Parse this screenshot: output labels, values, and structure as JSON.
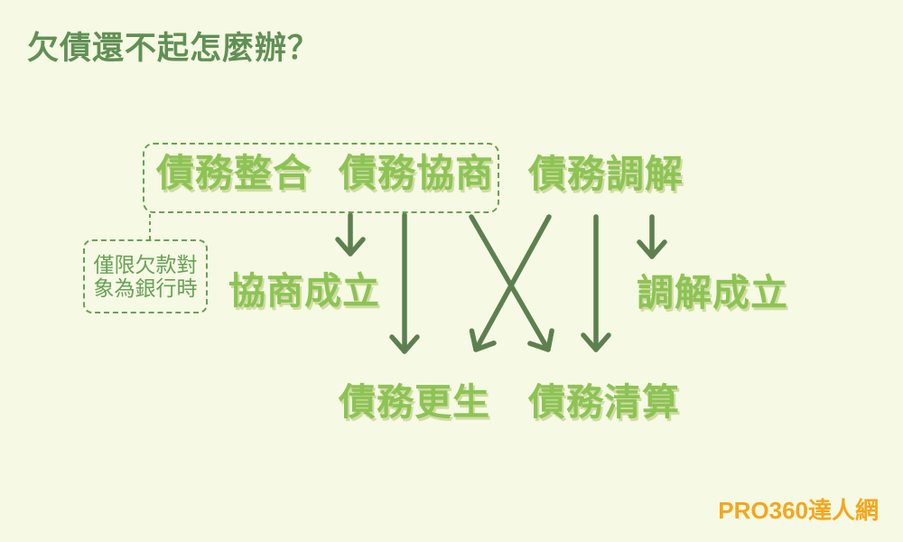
{
  "title": "欠債還不起怎麼辦？",
  "nodes": {
    "consolidation": "債務整合",
    "negotiation": "債務協商",
    "mediation": "債務調解",
    "negotiation_success": "協商成立",
    "mediation_success": "調解成立",
    "rehabilitation": "債務更生",
    "liquidation": "債務清算"
  },
  "note": {
    "line1": "僅限欠款對",
    "line2": "象為銀行時"
  },
  "watermark": "PRO360達人網",
  "colors": {
    "background": "#f6f9e3",
    "title_green": "#609055",
    "node_bright_green": "#8dc355",
    "arrow_green": "#5d8050",
    "dashed_border_green": "#68a158",
    "watermark_orange": "#f3a71f"
  }
}
